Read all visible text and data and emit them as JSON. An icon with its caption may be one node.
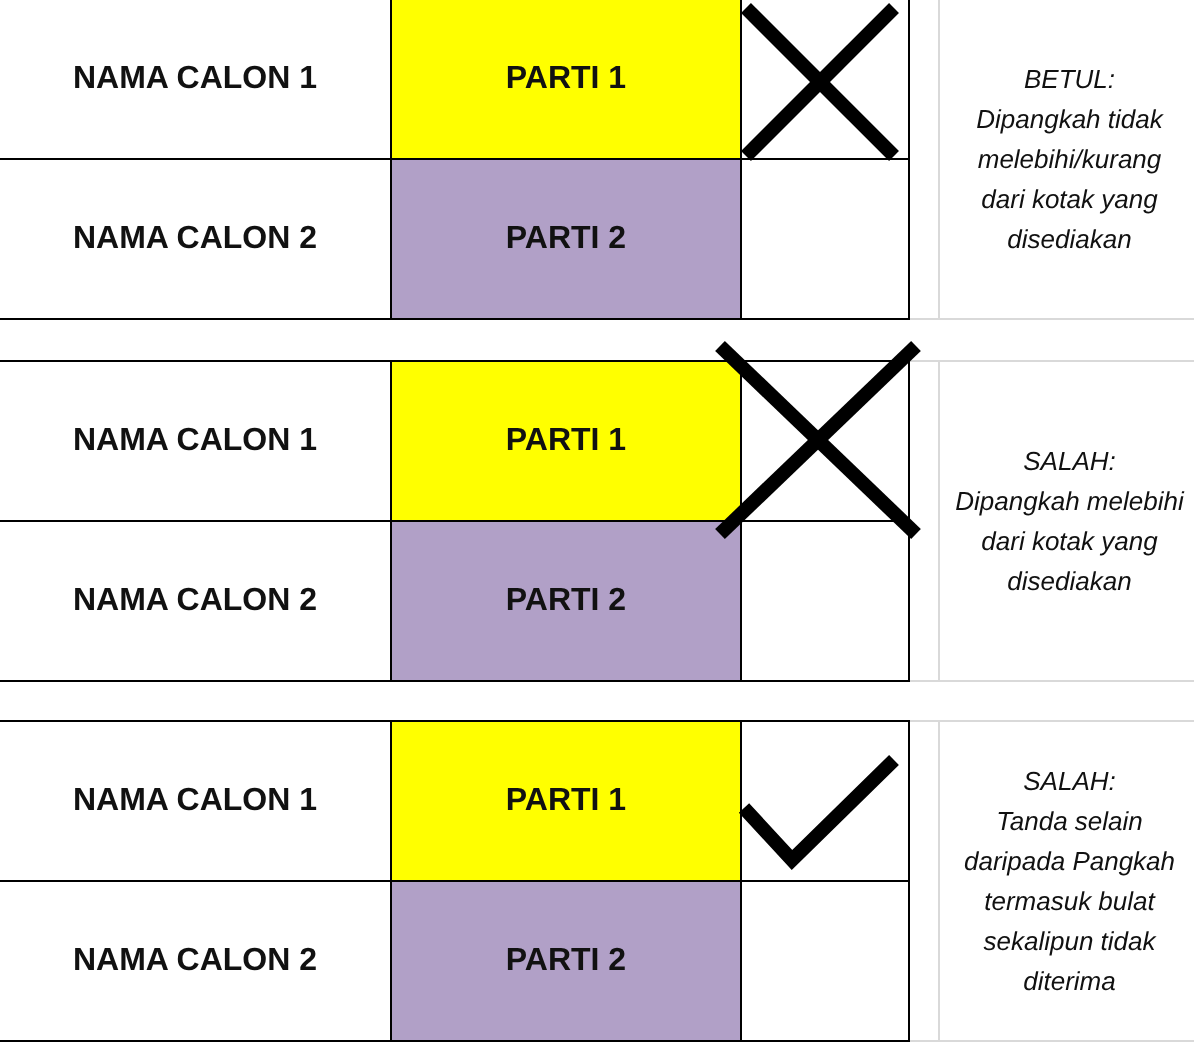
{
  "diagram": {
    "nodes": [
      {
        "text": [
          "NAMA CALON 1"
        ]
      },
      {
        "text": [
          "PARTI 1"
        ]
      },
      {
        "text": [],
        "shape": "box"
      },
      {
        "text": [
          "BETUL:",
          "Dipangkah tidak melebihi/kurang dari kotak yang disediakan"
        ]
      },
      {
        "text": [
          "NAMA CALON 2"
        ]
      },
      {
        "text": [
          "PARTI 2"
        ]
      },
      {
        "text": [],
        "shape": "box"
      },
      {
        "text": [
          "NAMA CALON 1"
        ]
      },
      {
        "text": [
          "PARTI 1"
        ]
      },
      {
        "text": [],
        "shape": "box"
      },
      {
        "text": [
          "SALAH:",
          "Dipangkah melebihi dari kotak yang disediakan"
        ]
      },
      {
        "text": [
          "NAMA CALON 2"
        ]
      },
      {
        "text": [
          "PARTI 2"
        ]
      },
      {
        "text": [],
        "shape": "box"
      },
      {
        "text": [
          "NAMA CALON 1"
        ]
      },
      {
        "text": [
          "PARTI 1"
        ]
      },
      {
        "text": [],
        "shape": "box"
      },
      {
        "text": [
          "SALAH:",
          "Tanda selain daripada Pangkah termasuk bulat sekalipun tidak diterima"
        ]
      },
      {
        "text": [
          "NAMA CALON 2"
        ]
      },
      {
        "text": [
          "PARTI 2"
        ]
      },
      {
        "text": [],
        "shape": "box"
      }
    ]
  }
}
